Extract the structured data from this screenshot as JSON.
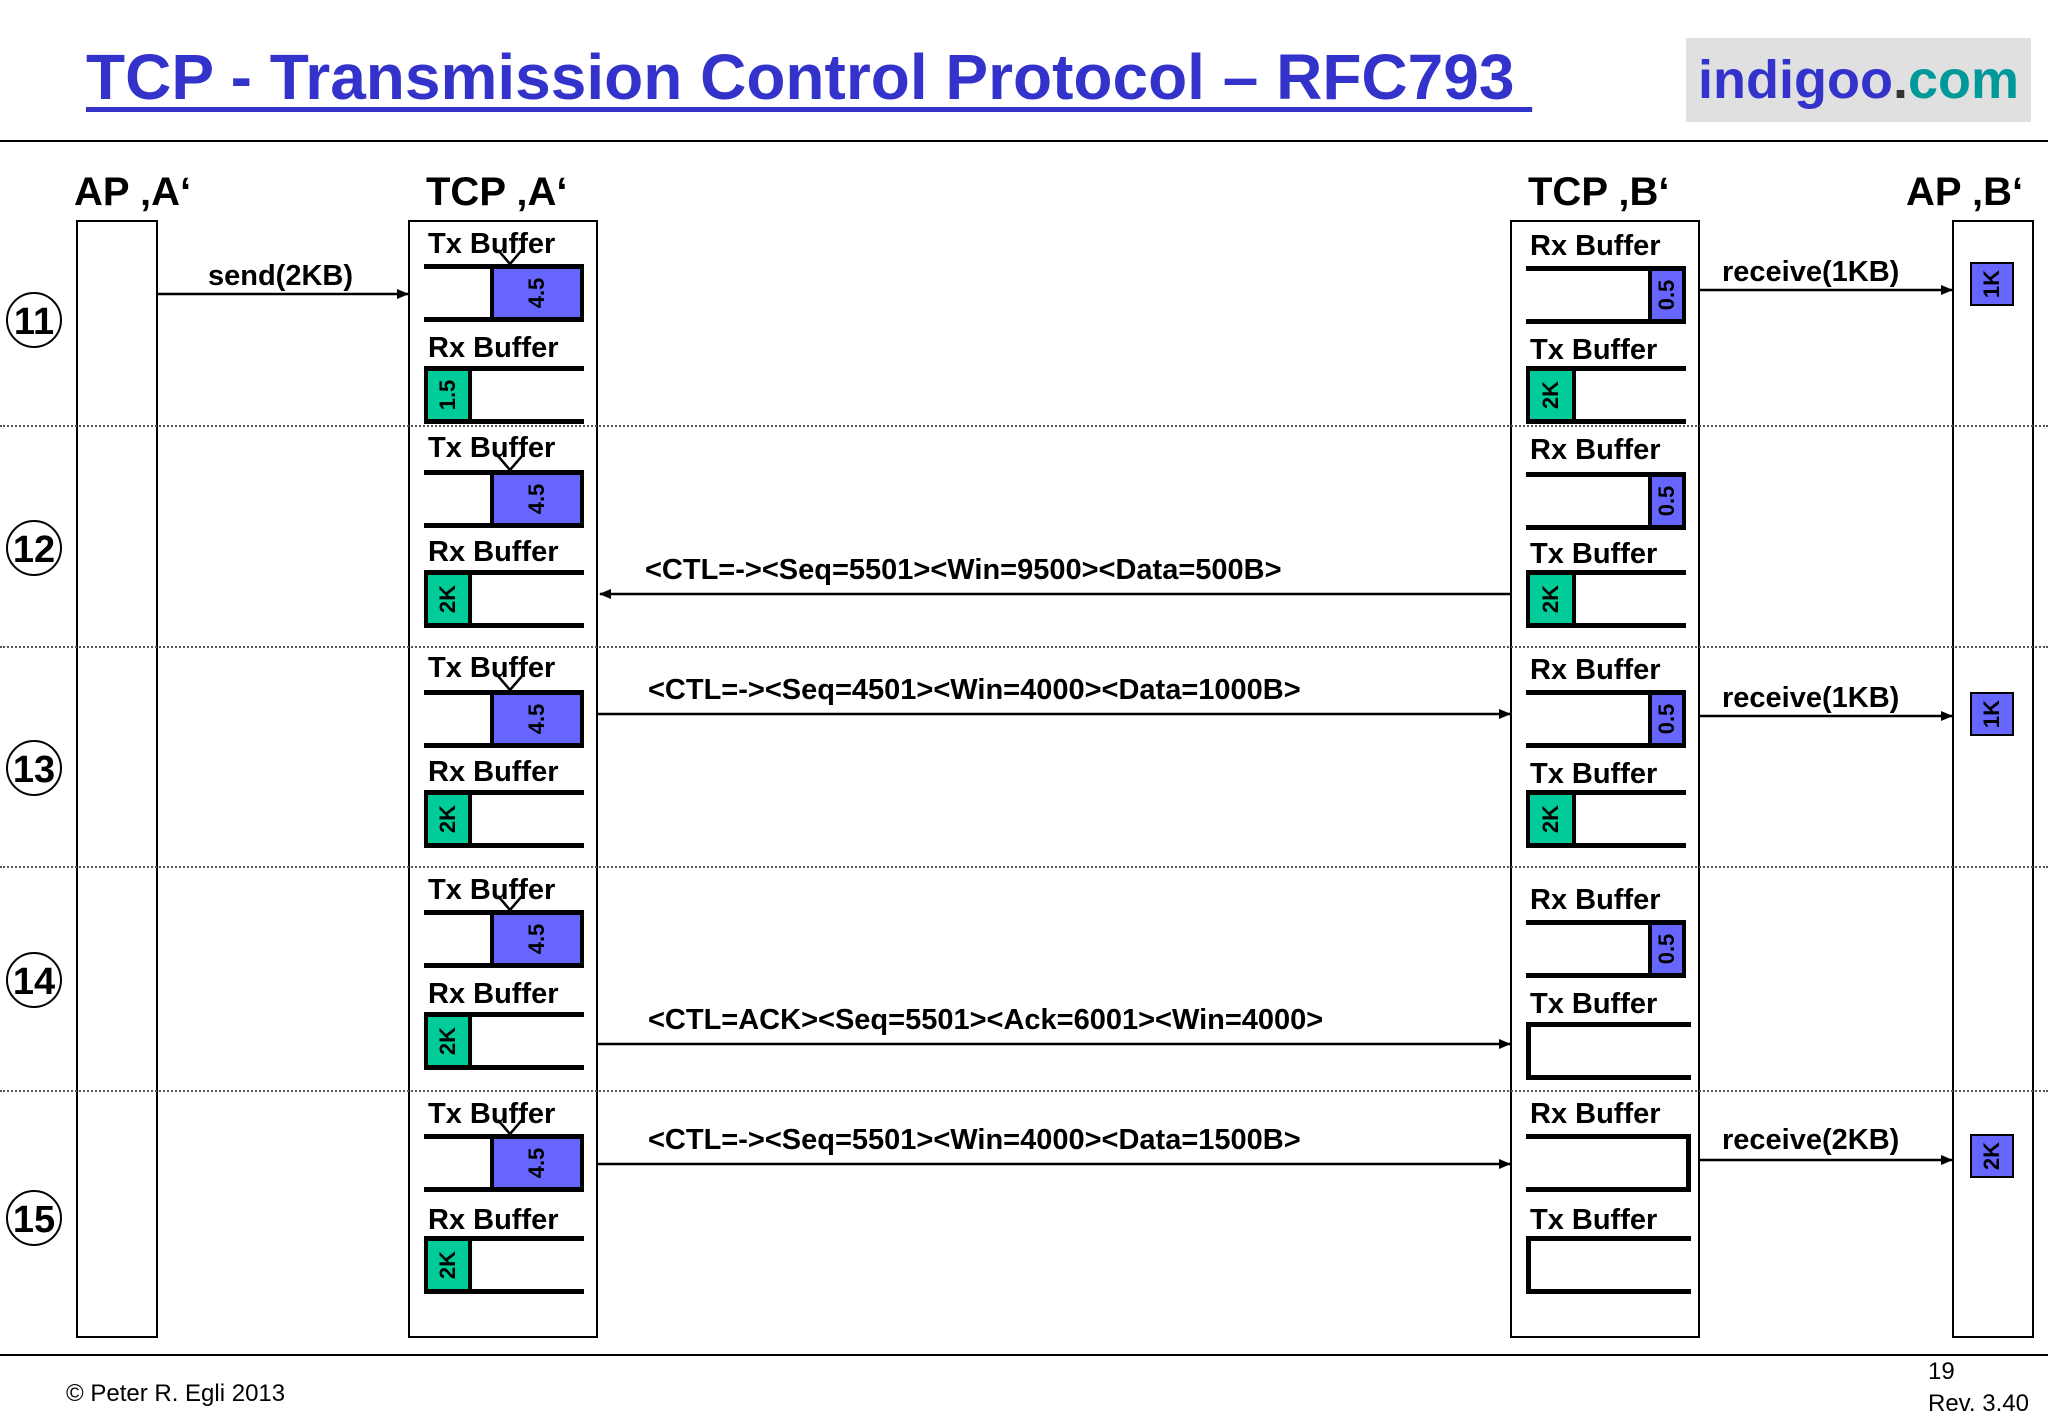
{
  "title": "TCP - Transmission Control Protocol – RFC793 ",
  "logo": {
    "name": "indigoo",
    "dot": ".",
    "tld": "com"
  },
  "headers": {
    "ap_a": "AP ‚A‘",
    "tcp_a": "TCP ‚A‘",
    "tcp_b": "TCP ‚B‘",
    "ap_b": "AP ‚B‘"
  },
  "steps": [
    "11",
    "12",
    "13",
    "14",
    "15"
  ],
  "buffer_labels": {
    "tx": "Tx Buffer",
    "rx": "Rx Buffer"
  },
  "messages": {
    "send": "send(2KB)",
    "m12": "<CTL=-><Seq=5501><Win=9500><Data=500B>",
    "m13": "<CTL=-><Seq=4501><Win=4000><Data=1000B>",
    "m14": "<CTL=ACK><Seq=5501><Ack=6001><Win=4000>",
    "m15": "<CTL=-><Seq=5501><Win=4000><Data=1500B>",
    "recv1": "receive(1KB)",
    "recv2": "receive(1KB)",
    "recv3": "receive(2KB)"
  },
  "fills": {
    "a_tx": "4.5",
    "a_rx_11": "1.5",
    "a_rx": "2K",
    "b_rx": "0.5",
    "b_tx": "2K",
    "ap_b_1": "1K",
    "ap_b_2": "1K",
    "ap_b_3": "2K"
  },
  "colors": {
    "title": "#3333cc",
    "tx_fill": "#6666ff",
    "rx_fill": "#00cc99",
    "logo_bg": "#e0e0e0"
  },
  "footer": {
    "copyright": "© Peter R. Egli 2013",
    "page": "19",
    "rev": "Rev. 3.40"
  }
}
